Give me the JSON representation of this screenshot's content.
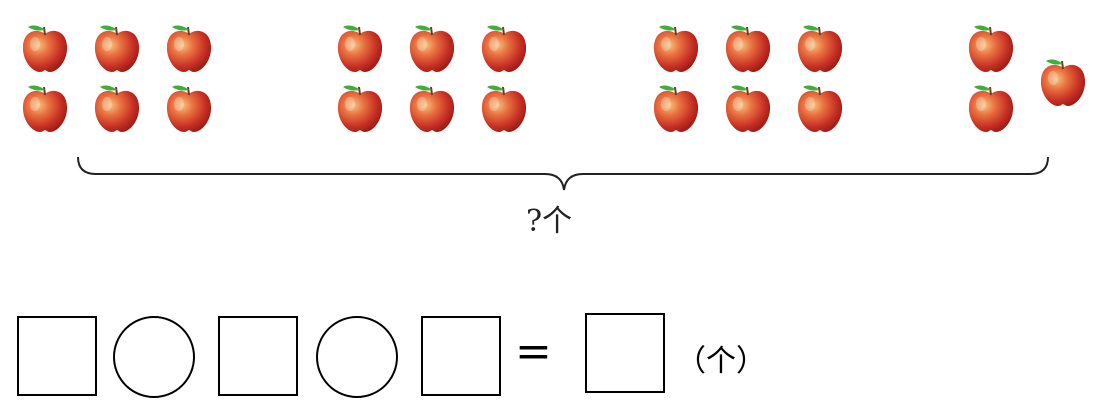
{
  "apples": {
    "groups": [
      {
        "name": "group-1",
        "rows": 2,
        "cols": 3
      },
      {
        "name": "group-2",
        "rows": 2,
        "cols": 3
      },
      {
        "name": "group-3",
        "rows": 2,
        "cols": 3
      },
      {
        "name": "group-4",
        "rows": 2,
        "cols": 1,
        "extra": 1
      }
    ],
    "colors": {
      "body": "#d8452f",
      "highlight": "#f3a06a",
      "leaf": "#3fae3a",
      "stem": "#6b3b1e"
    }
  },
  "question_label": "?个",
  "equation": {
    "sequence": [
      "box",
      "circle",
      "box",
      "circle",
      "box"
    ],
    "equals": "=",
    "unit": "（个）"
  }
}
